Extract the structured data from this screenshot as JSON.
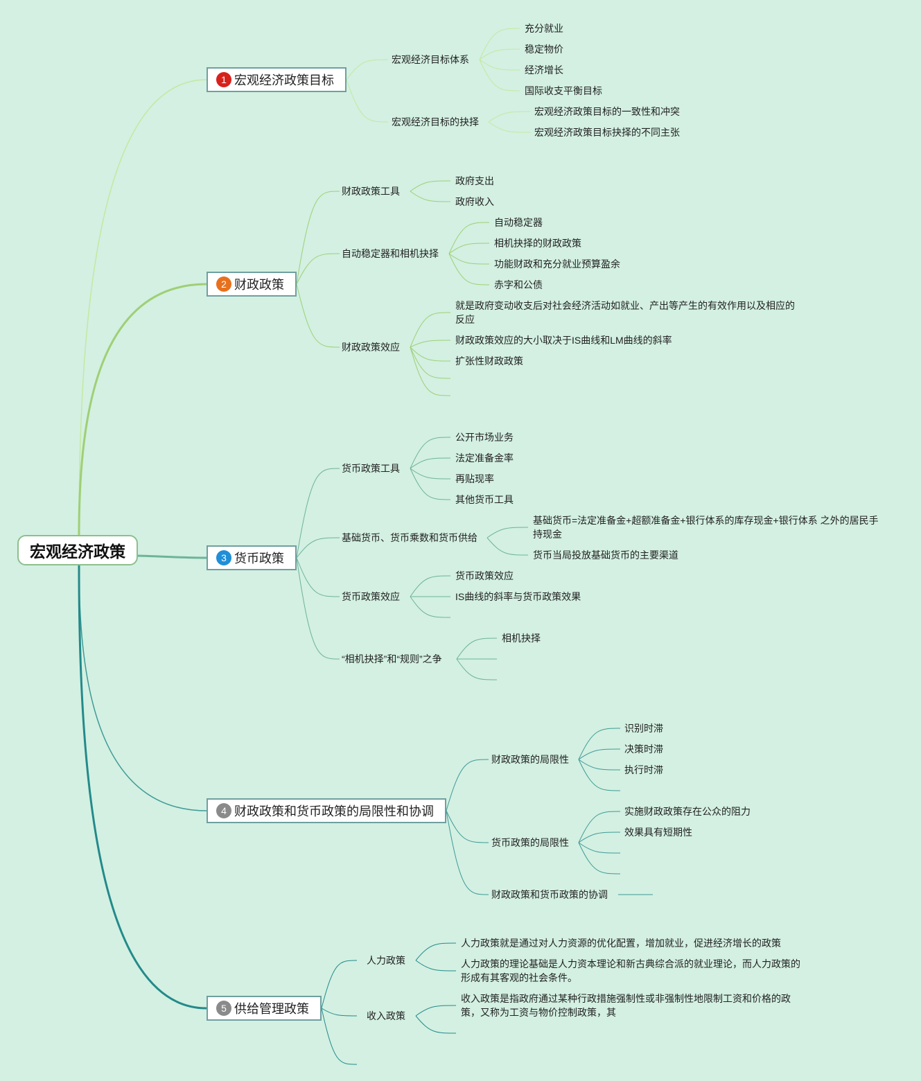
{
  "root": {
    "label": "宏观经济政策"
  },
  "branches": [
    {
      "num": "1",
      "label": "宏观经济政策目标",
      "badge_color": "#d7221c",
      "children": [
        {
          "label": "宏观经济目标体系",
          "children": [
            "充分就业",
            "稳定物价",
            "经济增长",
            "国际收支平衡目标"
          ]
        },
        {
          "label": "宏观经济目标的抉择",
          "children": [
            "宏观经济政策目标的一致性和冲突",
            "宏观经济政策目标抉择的不同主张"
          ]
        }
      ]
    },
    {
      "num": "2",
      "label": "财政政策",
      "badge_color": "#e8701c",
      "children": [
        {
          "label": "财政政策工具",
          "children": [
            "政府支出",
            "政府收入"
          ]
        },
        {
          "label": "自动稳定器和相机抉择",
          "children": [
            "自动稳定器",
            "相机抉择的财政政策",
            "功能财政和充分就业预算盈余",
            "赤字和公债"
          ]
        },
        {
          "label": "财政政策效应",
          "children": [
            "就是政府变动收支后对社会经济活动如就业、产出等产生的有效作用以及相应的反应",
            "财政政策效应的大小取决于IS曲线和LM曲线的斜率",
            "扩张性财政政策",
            "",
            ""
          ]
        }
      ]
    },
    {
      "num": "3",
      "label": "货币政策",
      "badge_color": "#1f8fd8",
      "children": [
        {
          "label": "货币政策工具",
          "children": [
            "公开市场业务",
            "法定准备金率",
            "再贴现率",
            "其他货币工具"
          ]
        },
        {
          "label": "基础货币、货币乘数和货币供给",
          "children": [
            "基础货币=法定准备金+超额准备金+银行体系的库存现金+银行体系 之外的居民手持现金",
            "货币当局投放基础货币的主要渠道"
          ]
        },
        {
          "label": "货币政策效应",
          "children": [
            "货币政策效应",
            "IS曲线的斜率与货币政策效果",
            ""
          ]
        },
        {
          "label": "“相机抉择”和“规则”之争",
          "children": [
            "相机抉择",
            "",
            ""
          ]
        }
      ]
    },
    {
      "num": "4",
      "label": "财政政策和货币政策的局限性和协调",
      "badge_color": "#8a8a8a",
      "children": [
        {
          "label": "财政政策的局限性",
          "children": [
            "识别时滞",
            "决策时滞",
            "执行时滞",
            ""
          ]
        },
        {
          "label": "货币政策的局限性",
          "children": [
            "实施财政政策存在公众的阻力",
            "效果具有短期性",
            "",
            ""
          ]
        },
        {
          "label": "财政政策和货币政策的协调",
          "children": [
            ""
          ]
        }
      ]
    },
    {
      "num": "5",
      "label": "供给管理政策",
      "badge_color": "#8a8a8a",
      "children": [
        {
          "label": "人力政策",
          "children": [
            "人力政策就是通过对人力资源的优化配置，增加就业，促进经济增长的政策",
            "人力政策的理论基础是人力资本理论和新古典综合派的就业理论，而人力政策的形成有其客观的社会条件。"
          ]
        },
        {
          "label": "收入政策",
          "children": [
            "收入政策是指政府通过某种行政措施强制性或非强制性地限制工资和价格的政策，又称为工资与物价控制政策，其",
            ""
          ]
        },
        {
          "label": "",
          "children": []
        }
      ]
    }
  ],
  "colors": {
    "background": "#d3f0e2",
    "branch1": "#c5e8a0",
    "branch2": "#9fcf75",
    "branch3": "#6eb39a",
    "branch4": "#3f9a96",
    "branch5": "#238a8a"
  }
}
